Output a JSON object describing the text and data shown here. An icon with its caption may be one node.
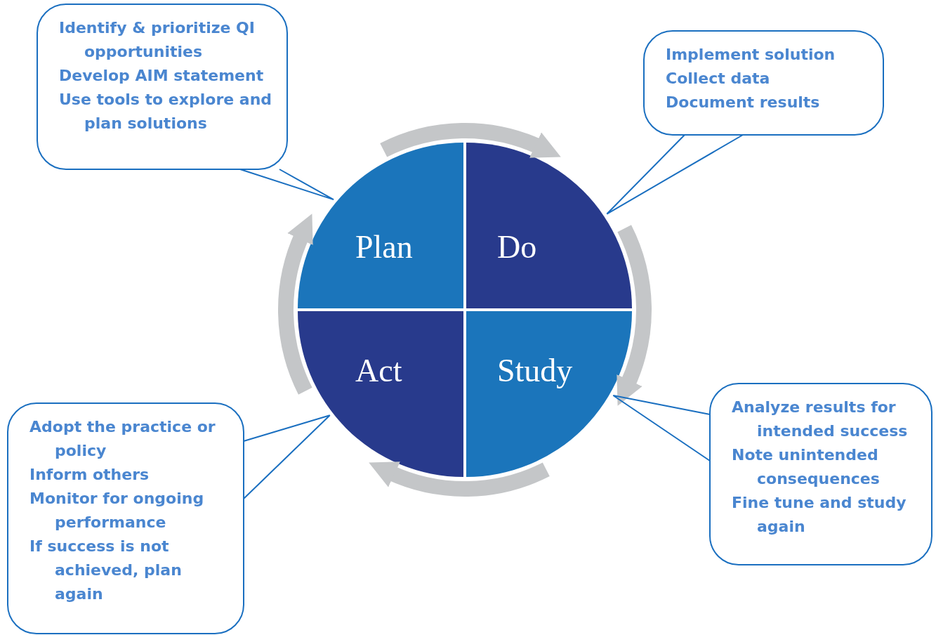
{
  "diagram": {
    "nodes": [
      {
        "text": [
          "Identify & prioritize QI opportunities",
          "Develop AIM statement",
          "Use tools to explore and plan solutions"
        ]
      },
      {
        "text": [
          "Implement solution",
          "Collect data",
          "Document results"
        ]
      },
      {
        "text": [
          "Plan"
        ]
      },
      {
        "text": [
          "Do"
        ]
      },
      {
        "text": [
          "Act"
        ]
      },
      {
        "text": [
          "Study"
        ]
      },
      {
        "text": [
          "Adopt the practice or policy",
          "Inform others",
          "Monitor for ongoing performance",
          "If success is not achieved, plan again"
        ]
      },
      {
        "text": [
          "Analyze results for intended success",
          "Note unintended consequences",
          "Fine tune and study again"
        ]
      }
    ],
    "edges": [
      {
        "from": 0,
        "to": 2,
        "arrow": "none"
      },
      {
        "from": 1,
        "to": 3,
        "arrow": "none"
      },
      {
        "from": 2,
        "to": 3,
        "arrow": "to",
        "style": "thick",
        "color": "#c4c6c8"
      },
      {
        "from": 3,
        "to": 5,
        "arrow": "to",
        "style": "thick",
        "color": "#c4c6c8"
      },
      {
        "from": 5,
        "to": 4,
        "arrow": "to",
        "style": "thick",
        "color": "#c4c6c8"
      },
      {
        "from": 4,
        "to": 2,
        "arrow": "to",
        "style": "thick",
        "color": "#c4c6c8"
      },
      {
        "from": 6,
        "to": 4,
        "arrow": "none"
      },
      {
        "from": 7,
        "to": 5,
        "arrow": "none"
      }
    ]
  }
}
